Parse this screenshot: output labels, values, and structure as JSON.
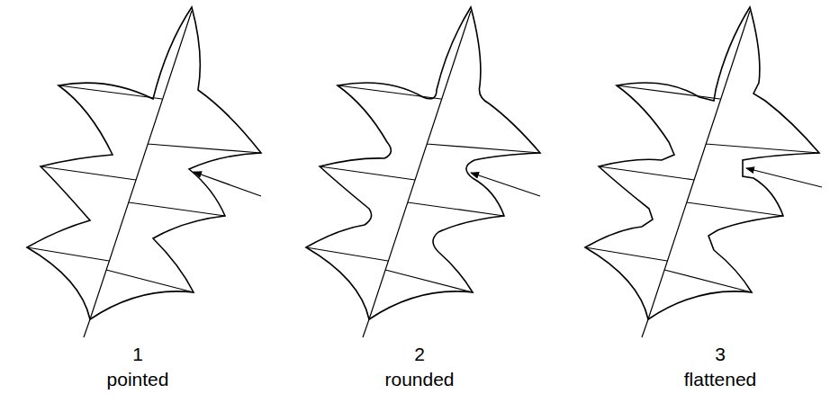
{
  "diagram": {
    "labels": [
      "1",
      "pointed",
      "2",
      "rounded",
      "3",
      "flattened"
    ]
  }
}
